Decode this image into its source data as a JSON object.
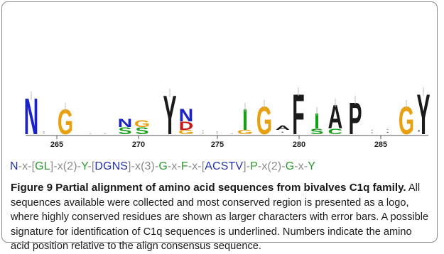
{
  "colors": {
    "N": "#1a22c8",
    "G": "#e8a010",
    "Y": "#1a1a1a",
    "D": "#c81818",
    "S": "#14a014",
    "T": "#14a014",
    "F": "#1a1a1a",
    "A": "#1a1a1a",
    "P": "#1a1a1a",
    "C": "#14a014",
    "V": "#1a1a1a",
    "L": "#1a1a1a",
    "x": "#444444",
    "sig_green": "#2e9a2e",
    "sig_blue": "#2233aa",
    "sig_gray": "#8c8c8c"
  },
  "logo": {
    "tick_labels": [
      "265",
      "270",
      "275",
      "280",
      "285"
    ]
  },
  "signature": {
    "tokens": [
      {
        "t": "N",
        "c": "sig_blue"
      },
      {
        "t": "-x-[",
        "c": "sig_gray"
      },
      {
        "t": "GL",
        "c": "sig_green"
      },
      {
        "t": "]-x(2)-",
        "c": "sig_gray"
      },
      {
        "t": "Y",
        "c": "sig_green"
      },
      {
        "t": "-[",
        "c": "sig_gray"
      },
      {
        "t": "DGNS",
        "c": "sig_blue"
      },
      {
        "t": "]-x(3)-",
        "c": "sig_gray"
      },
      {
        "t": "G",
        "c": "sig_green"
      },
      {
        "t": "-x-",
        "c": "sig_gray"
      },
      {
        "t": "F",
        "c": "sig_green"
      },
      {
        "t": "-x-[",
        "c": "sig_gray"
      },
      {
        "t": "ACSTV",
        "c": "sig_blue"
      },
      {
        "t": "]-",
        "c": "sig_gray"
      },
      {
        "t": "P",
        "c": "sig_green"
      },
      {
        "t": "-x(2)-",
        "c": "sig_gray"
      },
      {
        "t": "G",
        "c": "sig_green"
      },
      {
        "t": "-x-",
        "c": "sig_gray"
      },
      {
        "t": "Y",
        "c": "sig_green"
      }
    ]
  },
  "caption": {
    "label": "Figure 9",
    "title": "Partial alignment of amino acid sequences from bivalves C1q family.",
    "body": "All sequences available were collected and most conserved region is presented as a logo, where highly conserved residues are shown as larger characters with error bars. A possible signature for identification of C1q sequences is underlined. Numbers indicate the amino acid position relative to the align consensus sequence."
  }
}
